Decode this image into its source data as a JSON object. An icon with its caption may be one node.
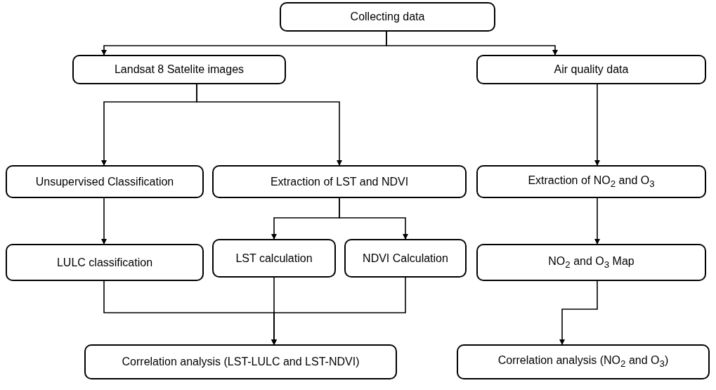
{
  "diagram": {
    "nodes": [
      {
        "text": [
          "Collecting data"
        ]
      },
      {
        "text": [
          "Landsat 8 Satelite images"
        ]
      },
      {
        "text": [
          "Air quality data"
        ]
      },
      {
        "text": [
          "Unsupervised Classification"
        ]
      },
      {
        "text": [
          "Extraction of LST and NDVI"
        ]
      },
      {
        "text": [
          "Extraction of NO$_{2}$ and O$_{3}$"
        ]
      },
      {
        "text": [
          "LULC classification"
        ]
      },
      {
        "text": [
          "LST calculation"
        ]
      },
      {
        "text": [
          "NDVI Calculation"
        ]
      },
      {
        "text": [
          "NO$_{2}$ and O$_{3}$ Map"
        ]
      },
      {
        "text": [
          "Correlation analysis (LST-LULC and LST-NDVI)"
        ]
      },
      {
        "text": [
          "Correlation analysis (NO$_{2}$ and O$_{3}$)"
        ]
      }
    ],
    "edges": [
      {
        "from": 0,
        "to": 1,
        "arrow": "to"
      },
      {
        "from": 0,
        "to": 2,
        "arrow": "to"
      },
      {
        "from": 1,
        "to": 3,
        "arrow": "to"
      },
      {
        "from": 1,
        "to": 4,
        "arrow": "to"
      },
      {
        "from": 2,
        "to": 5,
        "arrow": "to"
      },
      {
        "from": 3,
        "to": 6,
        "arrow": "to"
      },
      {
        "from": 4,
        "to": 7,
        "arrow": "to"
      },
      {
        "from": 4,
        "to": 8,
        "arrow": "to"
      },
      {
        "from": 5,
        "to": 9,
        "arrow": "to"
      },
      {
        "from": 6,
        "to": 10,
        "arrow": "to"
      },
      {
        "from": 7,
        "to": 10,
        "arrow": "to"
      },
      {
        "from": 8,
        "to": 10,
        "arrow": "to"
      },
      {
        "from": 9,
        "to": 11,
        "arrow": "to"
      }
    ]
  }
}
